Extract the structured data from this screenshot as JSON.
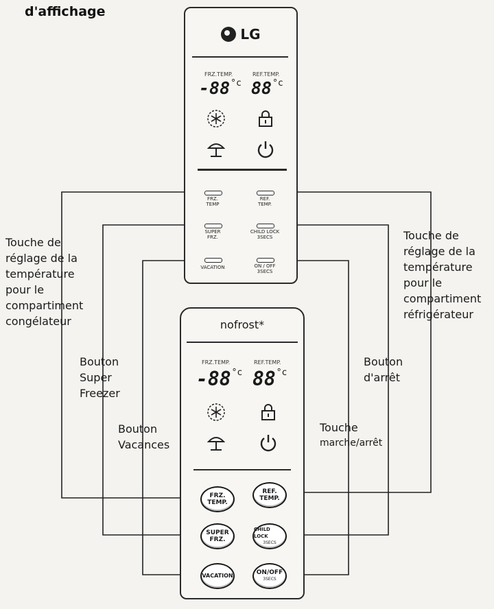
{
  "heading": "d'affichage",
  "top_panel": {
    "brand": "LG",
    "frz_label": "FRZ.TEMP.",
    "frz_value": "-88",
    "ref_label": "REF.TEMP.",
    "ref_value": "88",
    "unit": "°c",
    "buttons": [
      {
        "line1": "FRZ.",
        "line2": "TEMP"
      },
      {
        "line1": "REF.",
        "line2": "TEMP."
      },
      {
        "line1": "SUPER",
        "line2": "FRZ."
      },
      {
        "line1": "CHILD LOCK",
        "line2": "3SECS"
      },
      {
        "line1": "VACATION",
        "line2": ""
      },
      {
        "line1": "ON / OFF",
        "line2": "3SECS"
      }
    ]
  },
  "bottom_panel": {
    "brand": "nofrost*",
    "frz_label": "FRZ.TEMP.",
    "frz_value": "-88",
    "ref_label": "REF.TEMP.",
    "ref_value": "88",
    "unit": "°c",
    "buttons": [
      {
        "line1": "FRZ.",
        "line2": "TEMP."
      },
      {
        "line1": "REF.",
        "line2": "TEMP."
      },
      {
        "line1": "SUPER",
        "line2": "FRZ."
      },
      {
        "line1": "CHILD LOCK",
        "line2": "3SECS"
      },
      {
        "line1": "VACATION",
        "line2": ""
      },
      {
        "line1": "ON/OFF",
        "line2": "3SECS"
      }
    ]
  },
  "callouts": {
    "frz_temp": [
      "Touche de",
      "réglage de la",
      "température",
      "pour le",
      "compartiment",
      "congélateur"
    ],
    "ref_temp": [
      "Touche de",
      "réglage de la",
      "température",
      "pour le",
      "compartiment",
      "réfrigérateur"
    ],
    "super_freezer": [
      "Bouton",
      "Super",
      "Freezer"
    ],
    "vacation": [
      "Bouton",
      "Vacances"
    ],
    "off": [
      "Bouton",
      "d'arrêt"
    ],
    "on_off": [
      "Touche",
      "marche/arrêt"
    ]
  }
}
